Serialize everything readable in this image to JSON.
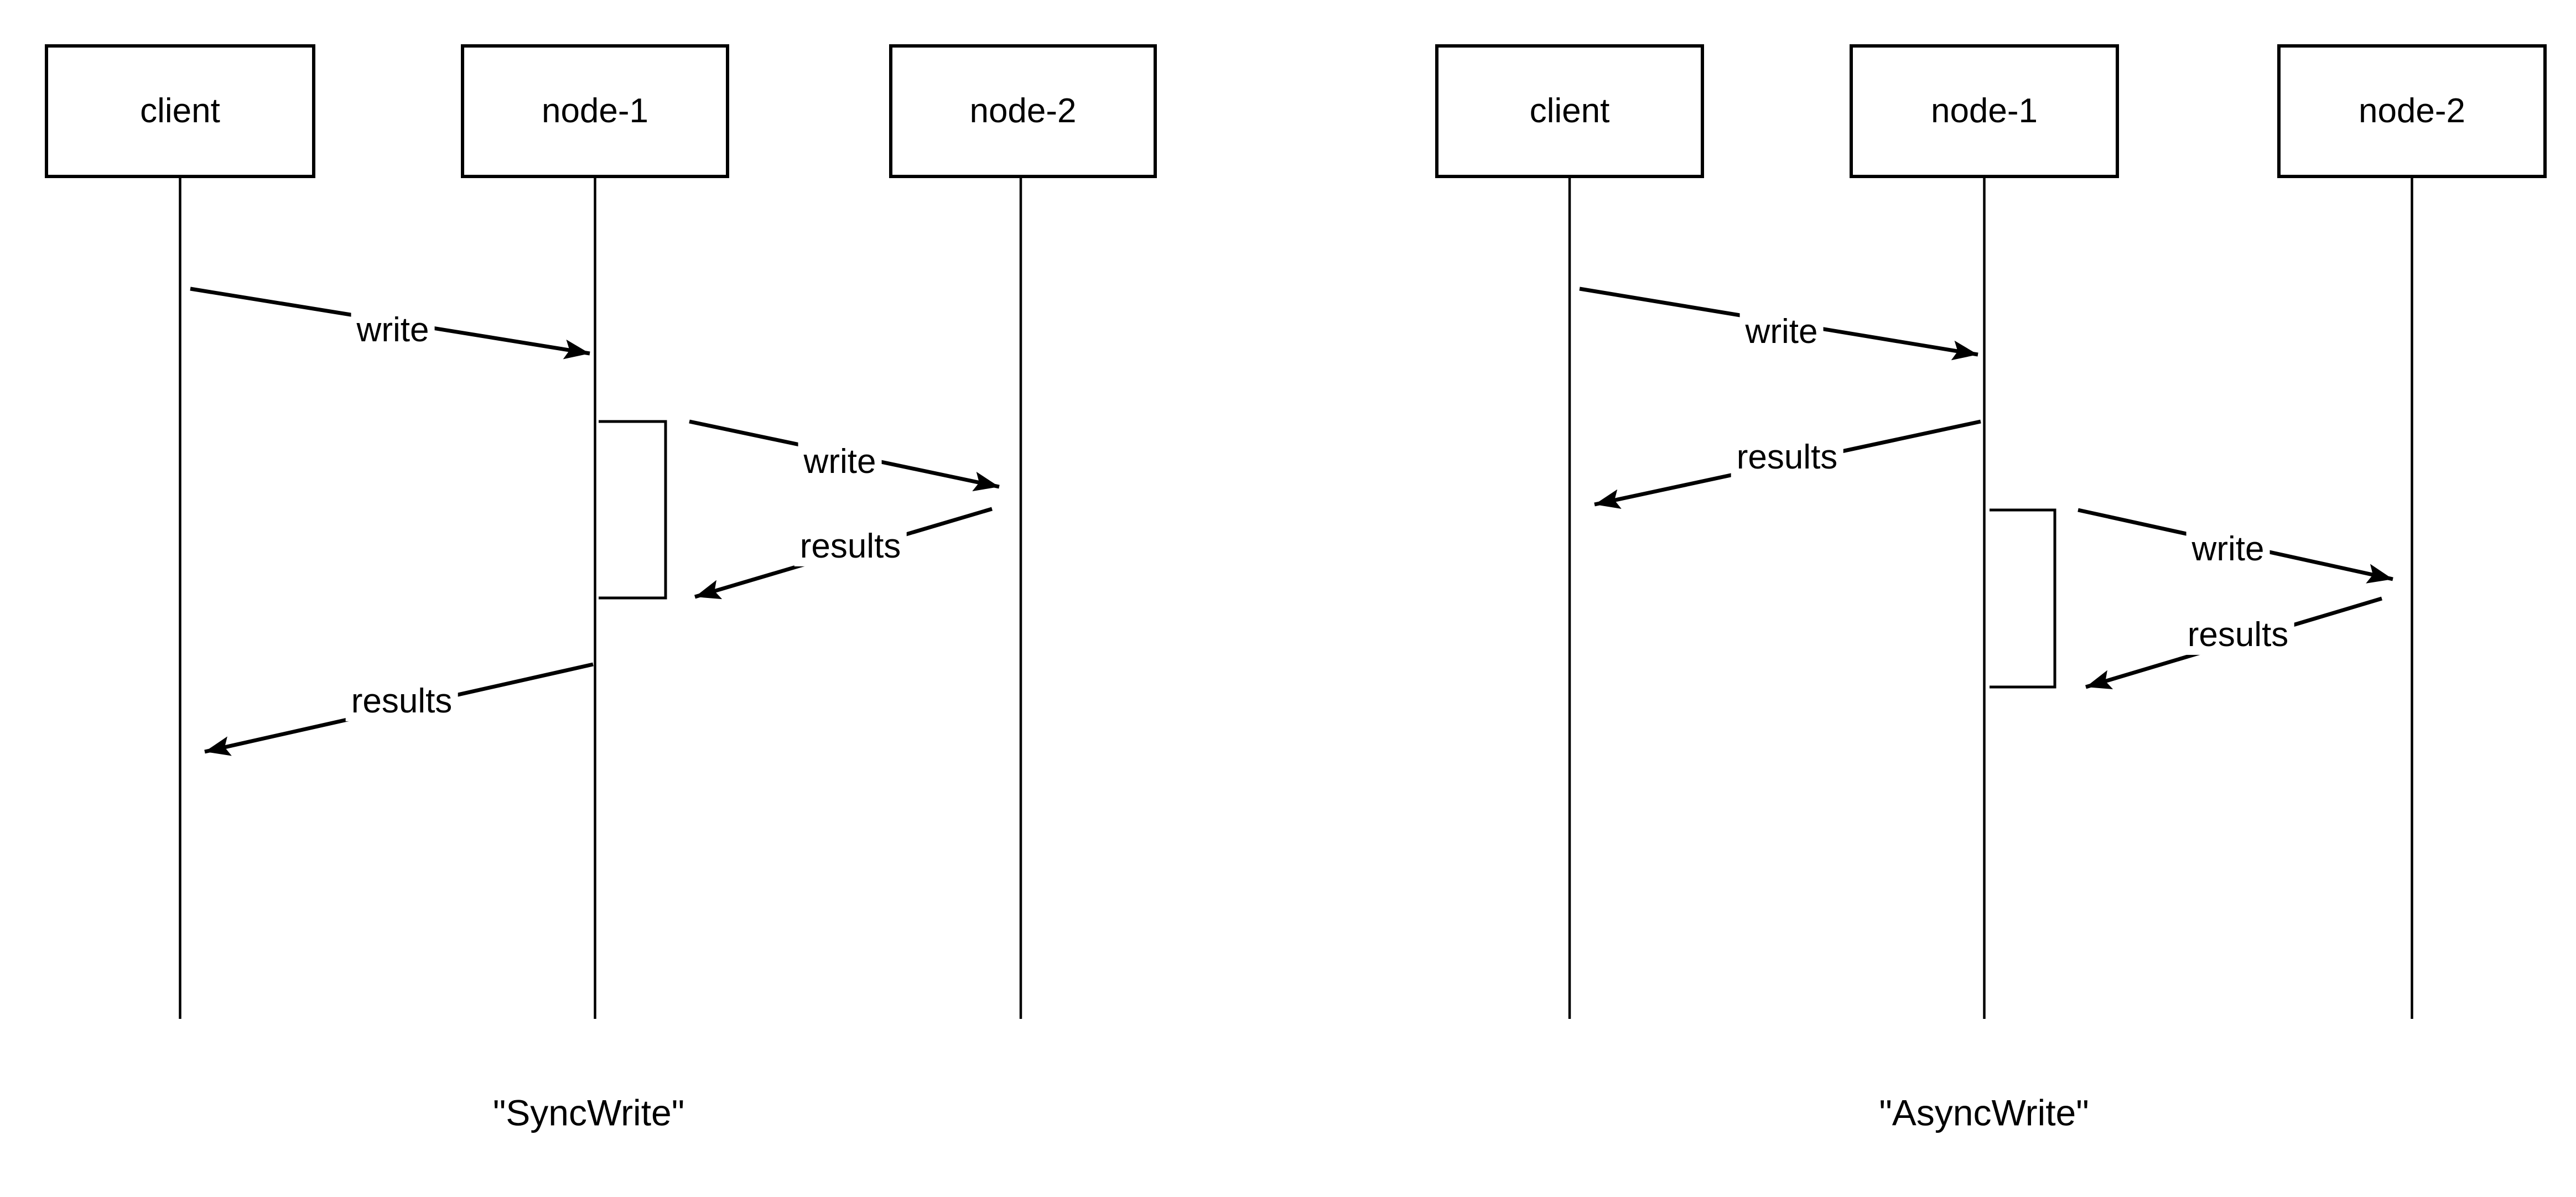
{
  "colors": {
    "background": "#ffffff",
    "stroke": "#000000",
    "text": "#000000"
  },
  "diagrams": [
    {
      "caption": "\"SyncWrite\"",
      "actors": [
        {
          "name": "client"
        },
        {
          "name": "node-1"
        },
        {
          "name": "node-2"
        }
      ],
      "messages": [
        {
          "label": "write",
          "from": "client",
          "to": "node-1"
        },
        {
          "label": "write",
          "from": "node-1",
          "to": "node-2"
        },
        {
          "label": "results",
          "from": "node-2",
          "to": "node-1"
        },
        {
          "label": "results",
          "from": "node-1",
          "to": "client"
        }
      ]
    },
    {
      "caption": "\"AsyncWrite\"",
      "actors": [
        {
          "name": "client"
        },
        {
          "name": "node-1"
        },
        {
          "name": "node-2"
        }
      ],
      "messages": [
        {
          "label": "write",
          "from": "client",
          "to": "node-1"
        },
        {
          "label": "results",
          "from": "node-1",
          "to": "client"
        },
        {
          "label": "write",
          "from": "node-1",
          "to": "node-2"
        },
        {
          "label": "results",
          "from": "node-2",
          "to": "node-1"
        }
      ]
    }
  ]
}
